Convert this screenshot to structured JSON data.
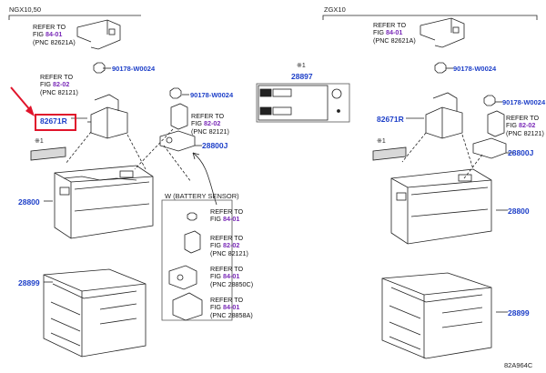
{
  "sections": {
    "left": "NGX10,50",
    "right": "ZGX10",
    "sub": "W (BATTERY SENSOR)"
  },
  "refs": {
    "l_top": {
      "line1": "REFER TO",
      "fig_prefix": "FIG ",
      "fig": "84-01",
      "pnc": "(PNC 82621A)"
    },
    "l_mid": {
      "line1": "REFER TO",
      "fig_prefix": "FIG ",
      "fig": "82-02",
      "pnc": "(PNC 82121)"
    },
    "l_cable": {
      "line1": "REFER TO",
      "fig_prefix": "FIG ",
      "fig": "82-02",
      "pnc": "(PNC 82121)"
    },
    "s1": {
      "line1": "REFER TO",
      "fig_prefix": "FIG ",
      "fig": "84-01"
    },
    "s2": {
      "line1": "REFER TO",
      "fig_prefix": "FIG ",
      "fig": "82-02",
      "pnc": "(PNC 82121)"
    },
    "s3": {
      "line1": "REFER TO",
      "fig_prefix": "FIG ",
      "fig": "84-01",
      "pnc": "(PNC 28850C)"
    },
    "s4": {
      "line1": "REFER TO",
      "fig_prefix": "FIG ",
      "fig": "84-01",
      "pnc": "(PNC 28858A)"
    },
    "r_top": {
      "line1": "REFER TO",
      "fig_prefix": "FIG ",
      "fig": "84-01",
      "pnc": "(PNC 82621A)"
    },
    "r_mid": {
      "line1": "REFER TO",
      "fig_prefix": "FIG ",
      "fig": "82-02",
      "pnc": "(PNC 82121)"
    }
  },
  "parts": {
    "p_90178_l1": "90178-W0024",
    "p_90178_l2": "90178-W0024",
    "p_82671R": "82671R",
    "p_28800J_l": "28800J",
    "p_28800_l": "28800",
    "p_28899_l": "28899",
    "p_28897": "28897",
    "p_90178_r1": "90178-W0024",
    "p_90178_r2": "90178-W0024",
    "p_82671_r": "82671R",
    "p_28800J_r": "28800J",
    "p_28800_r": "28800",
    "p_28899_r": "28899"
  },
  "marks": {
    "note": "※1",
    "note_l": "※1",
    "note_r": "※1"
  },
  "code": "82A964C",
  "colors": {
    "part_number": "#1d3fc8",
    "figure_ref": "#7a2ab8",
    "highlight": "#e0142b"
  }
}
